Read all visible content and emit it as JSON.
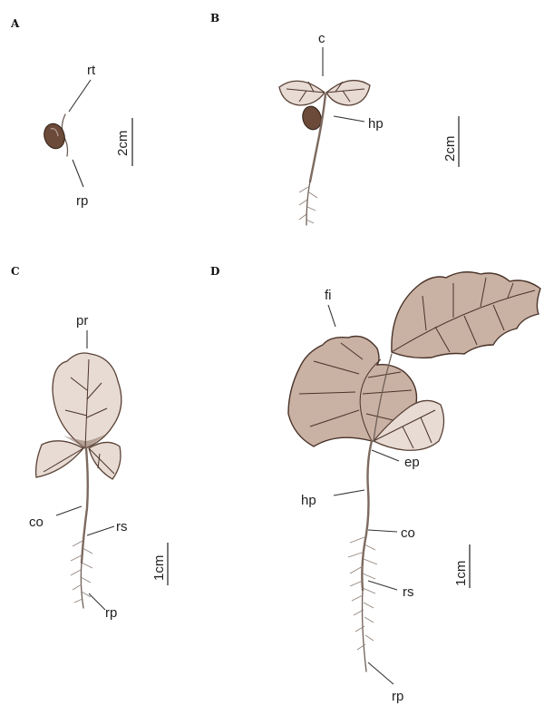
{
  "panels": [
    {
      "letter": "A",
      "labels": {
        "rt": "rt",
        "rp": "rp"
      },
      "scale": "2cm"
    },
    {
      "letter": "B",
      "labels": {
        "c": "c",
        "hp": "hp"
      },
      "scale": "2cm"
    },
    {
      "letter": "C",
      "labels": {
        "pr": "pr",
        "co": "co",
        "rs": "rs",
        "rp": "rp"
      },
      "scale": "1cm"
    },
    {
      "letter": "D",
      "labels": {
        "fi": "fi",
        "ep": "ep",
        "hp": "hp",
        "co": "co",
        "rs": "rs",
        "rp": "rp"
      },
      "scale": "1cm"
    }
  ]
}
